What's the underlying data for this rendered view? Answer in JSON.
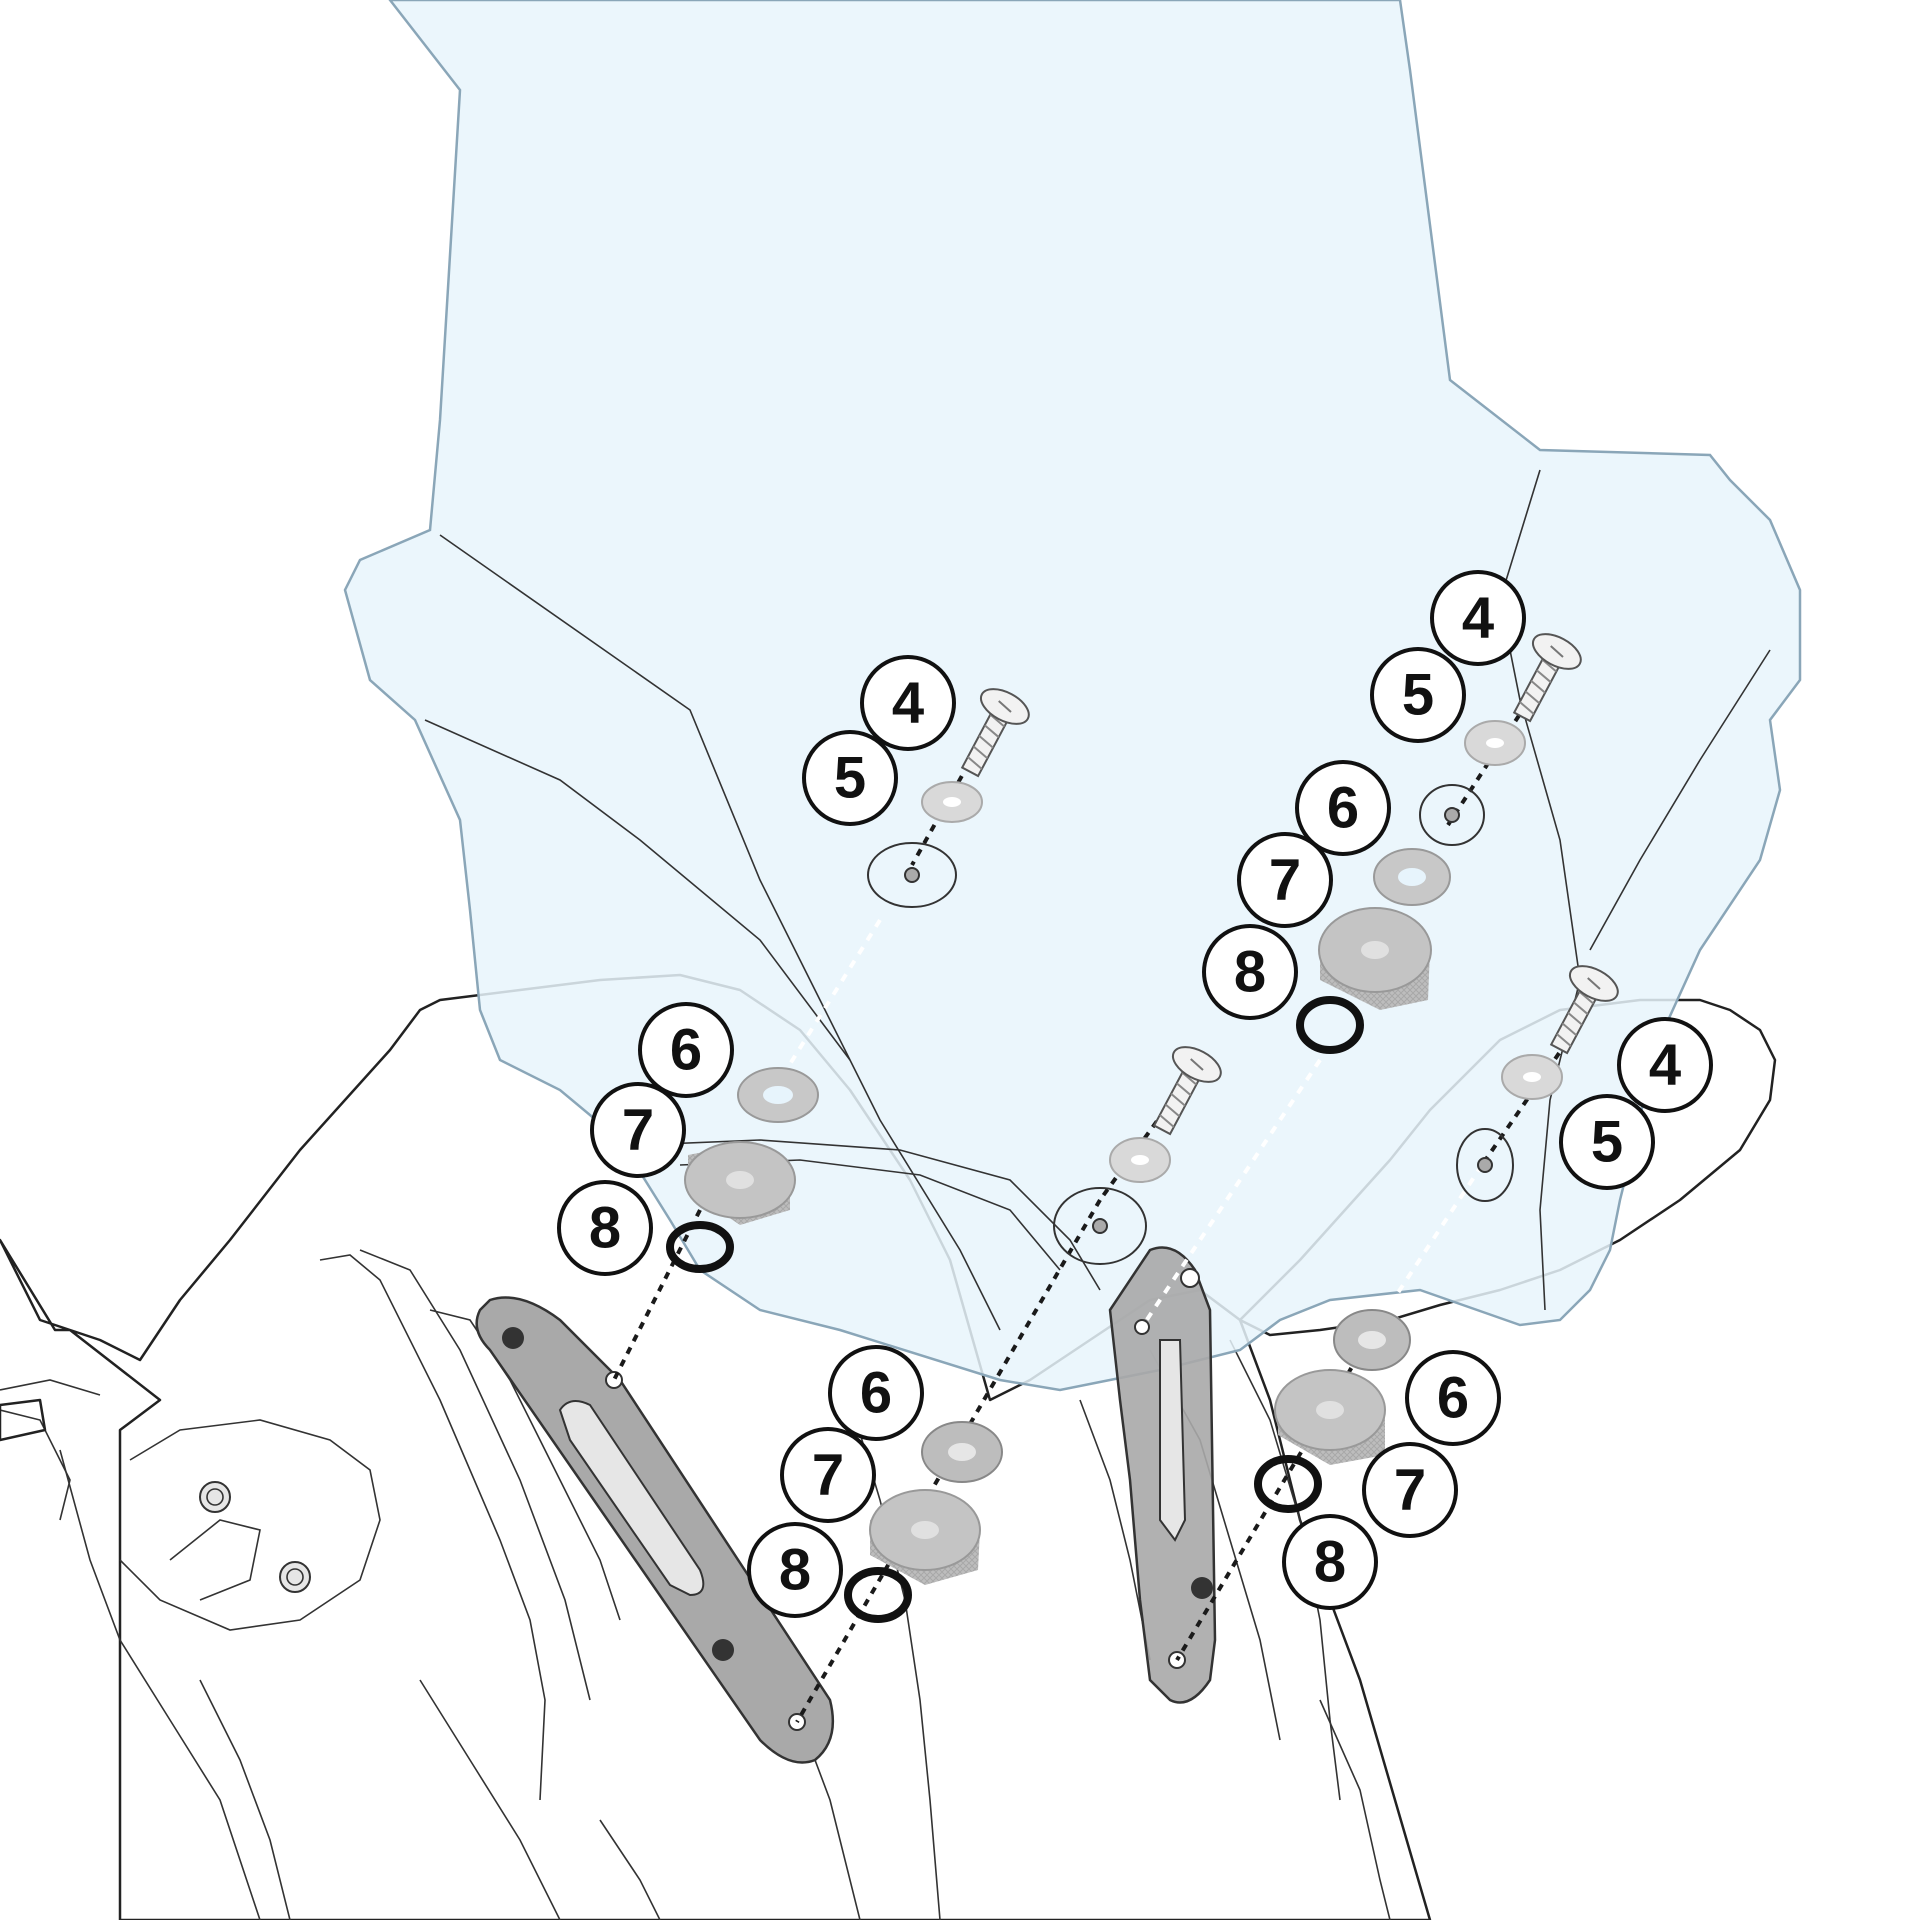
{
  "diagram": {
    "colors": {
      "background": "#ffffff",
      "windscreen": "#e7f4fc",
      "windscreen_outline": "#8aa6b8",
      "fairing": "#e6e6e6",
      "bracket": "#a9a9a9",
      "outline": "#222222"
    },
    "callouts": [
      {
        "id": "left-upper-4",
        "label": "4"
      },
      {
        "id": "left-upper-5",
        "label": "5"
      },
      {
        "id": "left-mid-6",
        "label": "6"
      },
      {
        "id": "left-mid-7",
        "label": "7"
      },
      {
        "id": "left-mid-8",
        "label": "8"
      },
      {
        "id": "center-low-6",
        "label": "6"
      },
      {
        "id": "center-low-7",
        "label": "7"
      },
      {
        "id": "center-low-8",
        "label": "8"
      },
      {
        "id": "right-upper-4",
        "label": "4"
      },
      {
        "id": "right-upper-5",
        "label": "5"
      },
      {
        "id": "right-mid-6",
        "label": "6"
      },
      {
        "id": "right-mid-7",
        "label": "7"
      },
      {
        "id": "right-mid-8",
        "label": "8"
      },
      {
        "id": "right-lower-4",
        "label": "4"
      },
      {
        "id": "right-lower-5",
        "label": "5"
      },
      {
        "id": "right-low-6",
        "label": "6"
      },
      {
        "id": "right-low-7",
        "label": "7"
      },
      {
        "id": "right-low-8",
        "label": "8"
      }
    ]
  }
}
